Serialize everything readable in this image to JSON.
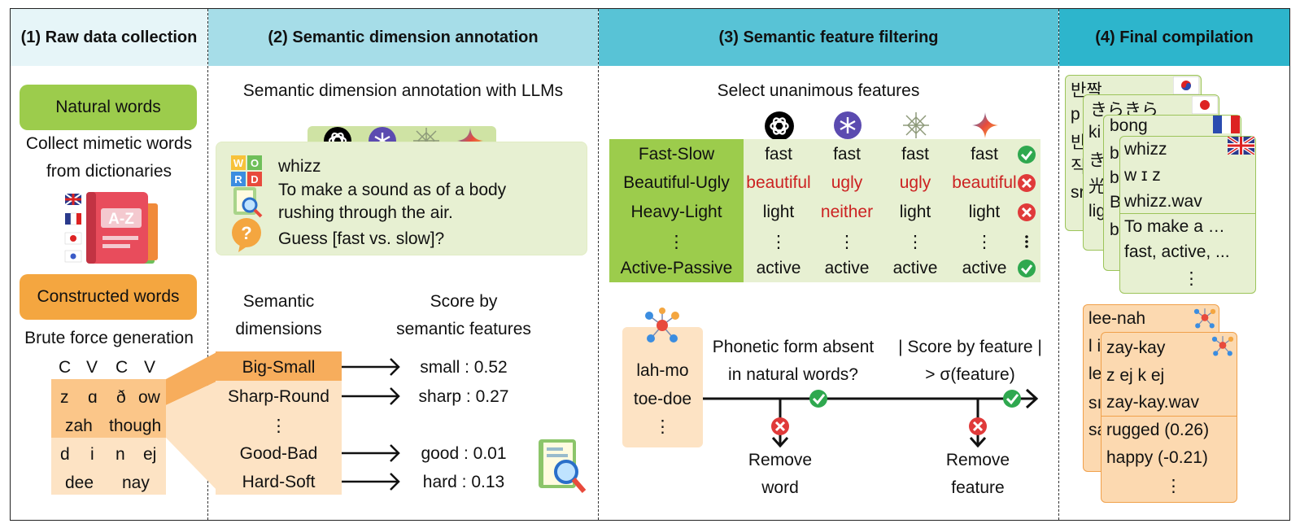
{
  "sections": [
    {
      "title": "(1) Raw data collection",
      "color": "#e6f5f8"
    },
    {
      "title": "(2) Semantic dimension annotation",
      "color": "#a6dde8"
    },
    {
      "title": "(3) Semantic feature filtering",
      "color": "#58c3d6"
    },
    {
      "title": "(4) Final compilation",
      "color": "#2db5cc"
    }
  ],
  "s1": {
    "natural_label": "Natural words",
    "natural_desc1": "Collect mimetic words",
    "natural_desc2": "from dictionaries",
    "constructed_label": "Constructed words",
    "brute_label": "Brute force generation",
    "cvcv": [
      "C",
      "V",
      "C",
      "V"
    ],
    "ipa_row": [
      "z",
      "ɑ",
      "ð",
      "ow"
    ],
    "spell_row": [
      "zah",
      "though"
    ],
    "ipa_row2": [
      "d",
      "i",
      "n",
      "ej"
    ],
    "spell_row2": [
      "dee",
      "nay"
    ],
    "book_text": "A-Z"
  },
  "s2": {
    "heading": "Semantic dimension annotation with LLMs",
    "word": "whizz",
    "def1": "To make a sound as of a body",
    "def2": "rushing through the air.",
    "question": "Guess [fast vs. slow]?",
    "word_icon_letters": [
      "W",
      "O",
      "R",
      "D"
    ],
    "dims_header1": "Semantic",
    "dims_header2": "dimensions",
    "score_header1": "Score by",
    "score_header2": "semantic features",
    "dims": [
      "Big-Small",
      "Sharp-Round",
      "⋮",
      "Good-Bad",
      "Hard-Soft"
    ],
    "scores": [
      "small : 0.52",
      "sharp : 0.27",
      "",
      "good : 0.01",
      "hard : 0.13"
    ]
  },
  "s3": {
    "heading": "Select unanimous features",
    "rows": [
      {
        "dim": "Fast-Slow",
        "vals": [
          "fast",
          "fast",
          "fast",
          "fast"
        ],
        "red": [
          false,
          false,
          false,
          false
        ],
        "status": "check"
      },
      {
        "dim": "Beautiful-Ugly",
        "vals": [
          "beautiful",
          "ugly",
          "ugly",
          "beautiful"
        ],
        "red": [
          true,
          true,
          true,
          true
        ],
        "status": "cross"
      },
      {
        "dim": "Heavy-Light",
        "vals": [
          "light",
          "neither",
          "light",
          "light"
        ],
        "red": [
          false,
          true,
          false,
          false
        ],
        "status": "cross"
      },
      {
        "dim": "⋮",
        "vals": [
          "⋮",
          "⋮",
          "⋮",
          "⋮"
        ],
        "red": [
          false,
          false,
          false,
          false
        ],
        "status": "dots"
      },
      {
        "dim": "Active-Passive",
        "vals": [
          "active",
          "active",
          "active",
          "active"
        ],
        "red": [
          false,
          false,
          false,
          false
        ],
        "status": "check"
      }
    ],
    "cand1": "lah-mo",
    "cand2": "toe-doe",
    "cand3": "⋮",
    "q1a": "Phonetic form absent",
    "q1b": "in natural words?",
    "q2a": "| Score by feature |",
    "q2b": "> σ(feature)",
    "remove1a": "Remove",
    "remove1b": "word",
    "remove2a": "Remove",
    "remove2b": "feature"
  },
  "s4": {
    "ko": "반짝",
    "ja": "きらきら",
    "fr": "bong",
    "en_word": "whizz",
    "en_ipa": "w ɪ z",
    "en_audio": "whizz.wav",
    "en_def": "To make a …",
    "en_feats": "fast, active, ...",
    "en_dots": "⋮",
    "ko_frag": [
      "p",
      "반",
      "직",
      "sr"
    ],
    "ja_frag": [
      "ki",
      "き",
      "光",
      "lig"
    ],
    "fr_frag": [
      "b",
      "b",
      "B",
      "b"
    ],
    "c1": "lee-nah",
    "c1_frag": [
      "l i",
      "le",
      "sı",
      "sa"
    ],
    "c2_word": "zay-kay",
    "c2_ipa": "z ej k ej",
    "c2_audio": "zay-kay.wav",
    "c2_f1": "rugged (0.26)",
    "c2_f2": "happy (-0.21)",
    "c2_dots": "⋮"
  }
}
